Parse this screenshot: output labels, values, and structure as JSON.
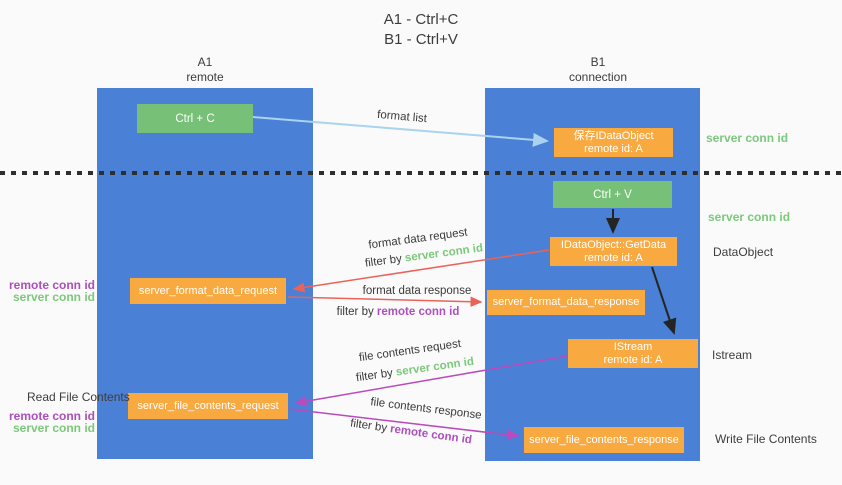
{
  "title": {
    "line1": "A1 - Ctrl+C",
    "line2": "B1 - Ctrl+V"
  },
  "columns": {
    "left": {
      "name": "A1",
      "role": "remote"
    },
    "right": {
      "name": "B1",
      "role": "connection"
    }
  },
  "nodes": {
    "ctrl_c": "Ctrl + C",
    "ctrl_v": "Ctrl + V",
    "save_dataobject": {
      "line1": "保存IDataObject",
      "line2": "remote id: A"
    },
    "getdata": {
      "line1": "IDataObject::GetData",
      "line2": "remote id: A"
    },
    "istream": {
      "line1": "IStream",
      "line2": "remote id: A"
    },
    "format_request": "server_format_data_request",
    "format_response": "server_format_data_response",
    "file_request": "server_file_contents_request",
    "file_response": "server_file_contents_response"
  },
  "arrow_labels": {
    "format_list": "format list",
    "format_data_request": "format data request",
    "format_data_request_filter": {
      "prefix": "filter by ",
      "highlight": "server conn id"
    },
    "format_data_response": "format data response",
    "format_data_response_filter": {
      "prefix": "filter by ",
      "highlight": "remote conn id"
    },
    "file_contents_request": "file contents request",
    "file_contents_request_filter": {
      "prefix": "filter by ",
      "highlight": "server conn id"
    },
    "file_contents_response": "file contents response",
    "file_contents_response_filter": {
      "prefix": "filter by ",
      "highlight": "remote conn id"
    }
  },
  "side_labels": {
    "server_conn_id_top": "server conn id",
    "server_conn_id_mid": "server conn id",
    "dataobject": "DataObject",
    "istream": "Istream",
    "write_file_contents": "Write File Contents",
    "read_file_contents": "Read File Contents",
    "left_group_format": {
      "line1": "remote conn id",
      "line2": "server conn id"
    },
    "left_group_file": {
      "line1": "remote conn id",
      "line2": "server conn id"
    }
  },
  "colors": {
    "background": "#fafafa",
    "lifeline_blue": "#4a80d6",
    "node_green": "#77c077",
    "node_orange": "#f8a940",
    "arrow_light_blue": "#a9d3ee",
    "arrow_red": "#ea6359",
    "arrow_magenta": "#ba4abe",
    "arrow_black": "#242424",
    "text_green": "#7cc87c",
    "text_purple": "#ab4fbc",
    "text_dark": "#3c3c3c",
    "divider_dot": "#2e2e2e"
  }
}
